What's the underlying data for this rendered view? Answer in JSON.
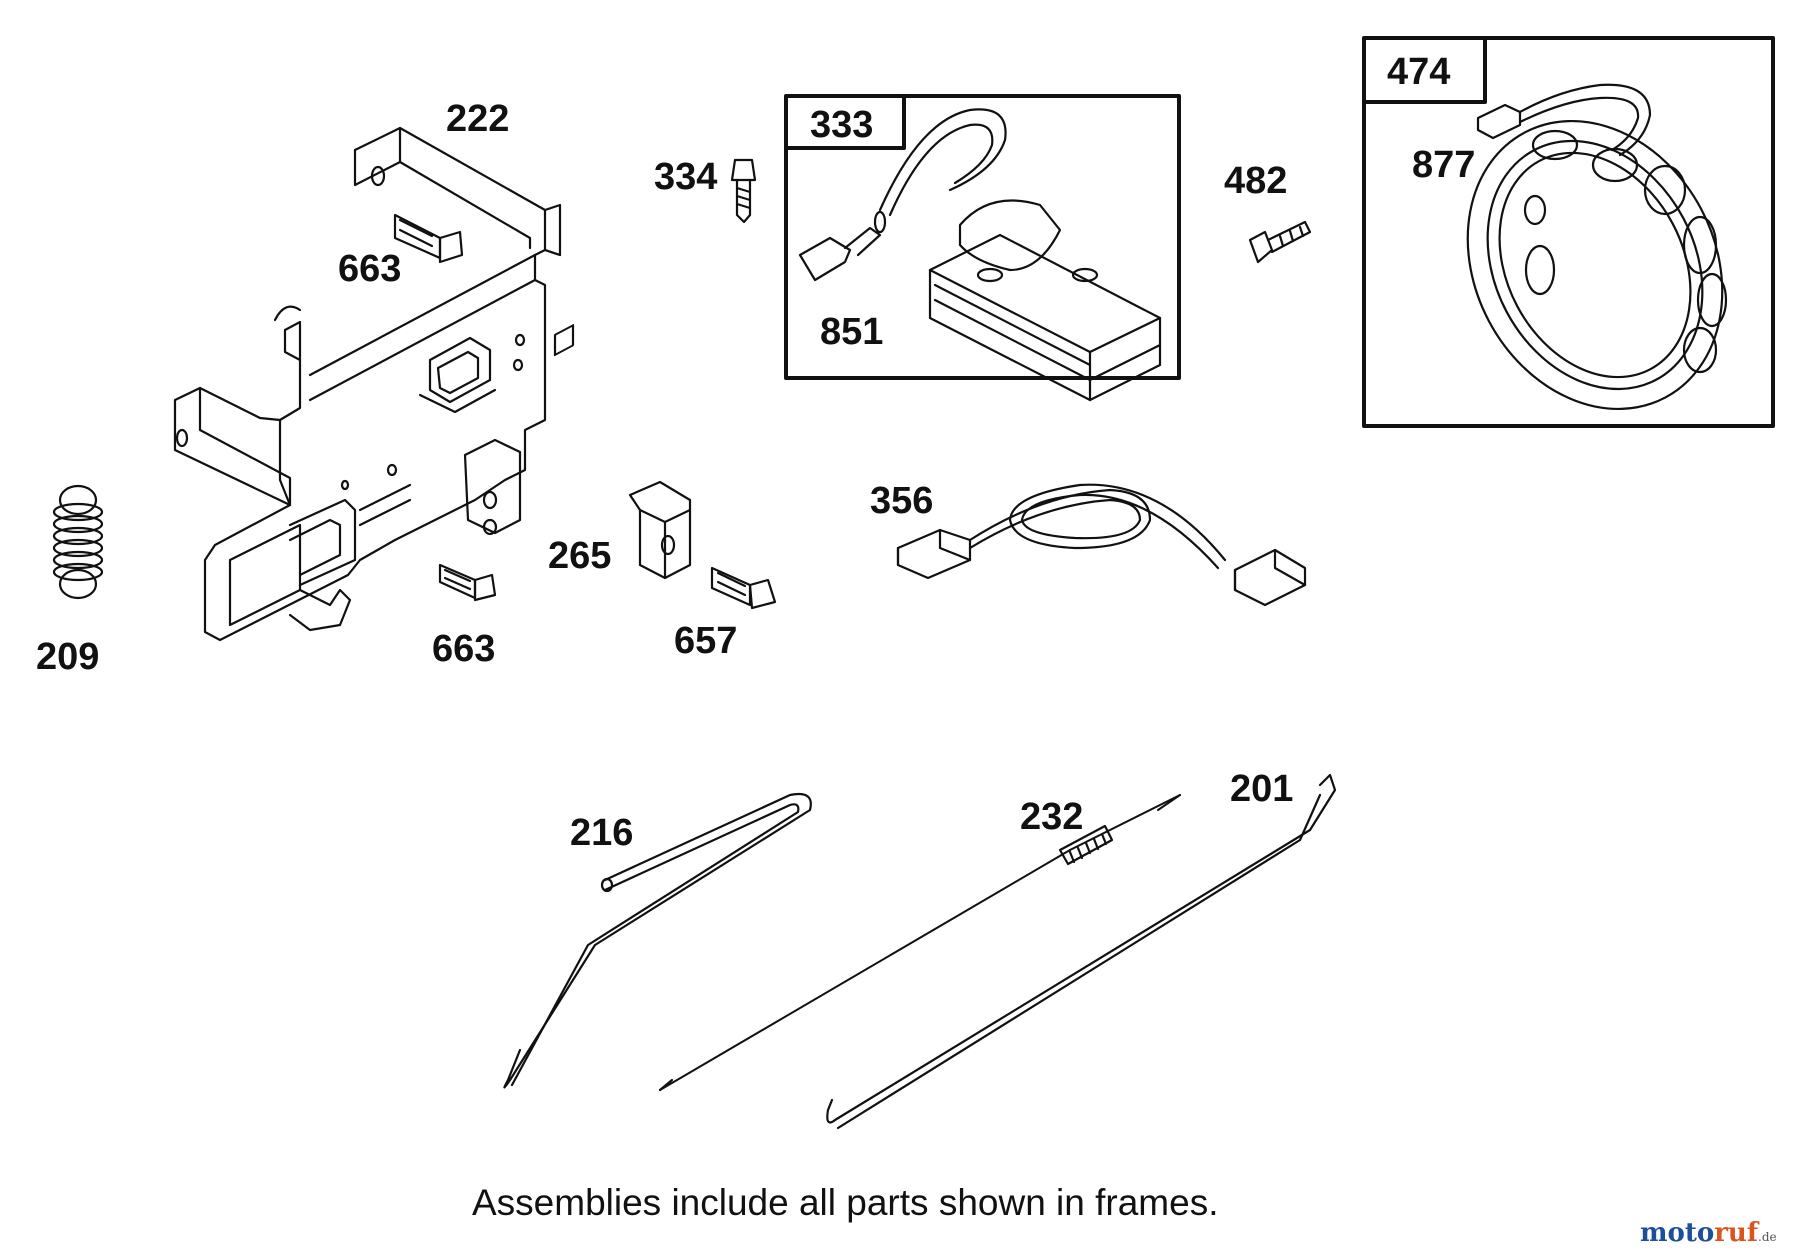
{
  "diagram": {
    "part_labels": [
      {
        "id": "222",
        "text": "222"
      },
      {
        "id": "663a",
        "text": "663"
      },
      {
        "id": "334",
        "text": "334"
      },
      {
        "id": "851",
        "text": "851"
      },
      {
        "id": "482",
        "text": "482"
      },
      {
        "id": "877",
        "text": "877"
      },
      {
        "id": "209",
        "text": "209"
      },
      {
        "id": "663b",
        "text": "663"
      },
      {
        "id": "265",
        "text": "265"
      },
      {
        "id": "657",
        "text": "657"
      },
      {
        "id": "356",
        "text": "356"
      },
      {
        "id": "216",
        "text": "216"
      },
      {
        "id": "232",
        "text": "232"
      },
      {
        "id": "201",
        "text": "201"
      }
    ],
    "frames": [
      {
        "id": "333",
        "label": "333"
      },
      {
        "id": "474",
        "label": "474"
      }
    ],
    "caption": "Assemblies include all parts shown in frames.",
    "watermark": {
      "brand_a": "moto",
      "brand_b": "ruf",
      "suffix": ".de"
    }
  },
  "colors": {
    "line": "#111111",
    "background": "#ffffff",
    "brand_blue": "#1b4f9c",
    "brand_orange": "#d9541e"
  }
}
